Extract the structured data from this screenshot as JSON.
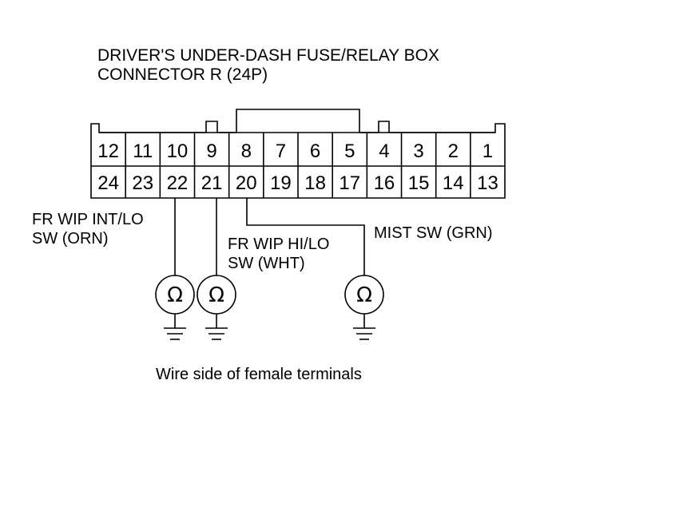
{
  "title": {
    "line1": "DRIVER'S UNDER-DASH FUSE/RELAY BOX",
    "line2": "CONNECTOR R (24P)"
  },
  "connector": {
    "top_row": [
      "12",
      "11",
      "10",
      "9",
      "8",
      "7",
      "6",
      "5",
      "4",
      "3",
      "2",
      "1"
    ],
    "bottom_row": [
      "24",
      "23",
      "22",
      "21",
      "20",
      "19",
      "18",
      "17",
      "16",
      "15",
      "14",
      "13"
    ]
  },
  "wires": {
    "int_lo": {
      "label_line1": "FR WIP INT/LO",
      "label_line2": "SW (ORN)",
      "pin": "22"
    },
    "hi_lo": {
      "label_line1": "FR WIP HI/LO",
      "label_line2": "SW (WHT)",
      "pin": "21"
    },
    "mist": {
      "label_line1": "MIST SW (GRN)",
      "pin": "20"
    }
  },
  "ohmmeter_symbol": "Ω",
  "ground_icon": "ground-icon",
  "caption": "Wire side of female terminals"
}
